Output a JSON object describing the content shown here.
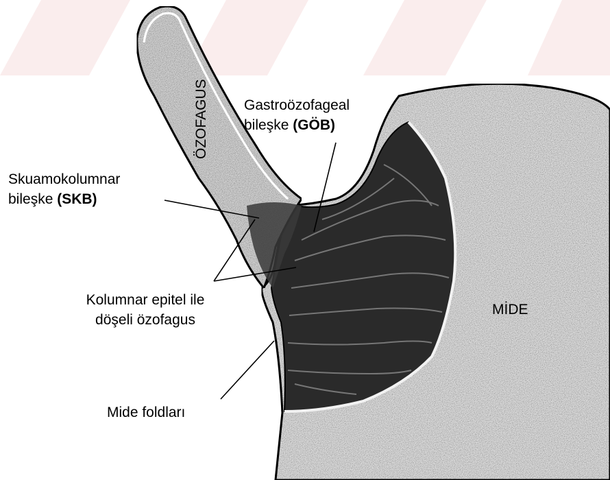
{
  "labels": {
    "esophagus": "ÖZOFAGUS",
    "gej_line1": "Gastroözofageal",
    "gej_line2_prefix": "bileşke ",
    "gej_line2_abbrev": "(GÖB)",
    "scj_line1": "Skuamokolumnar",
    "scj_line2_prefix": "bileşke ",
    "scj_line2_abbrev": "(SKB)",
    "columnar_line1": "Kolumnar epitel ile",
    "columnar_line2": "döşeli özofagus",
    "stomach_folds": "Mide foldları",
    "stomach": "MİDE"
  },
  "colors": {
    "watermark": "#cc4b4b",
    "stomach_fill": "#d9d9d9",
    "mucosa_fill": "#2a2a2a",
    "esophagus_fill": "#cfcfcf",
    "outline": "#000000"
  }
}
